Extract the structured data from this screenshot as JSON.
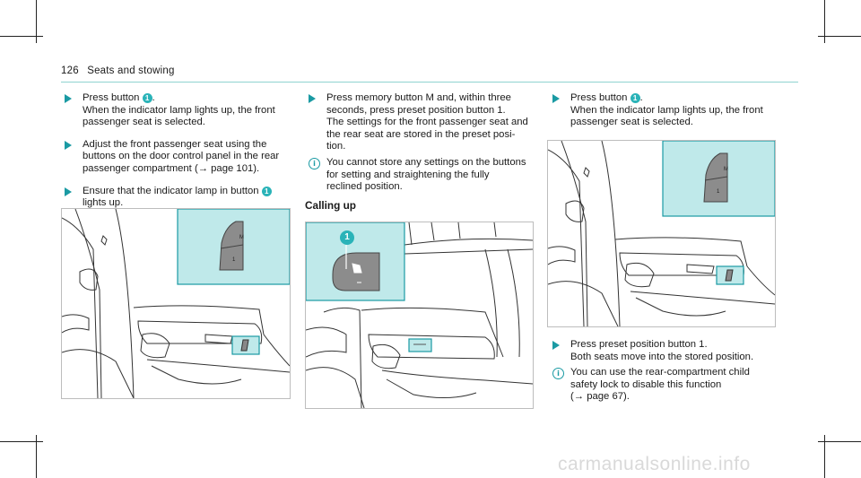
{
  "header": {
    "page_number": "126",
    "section": "Seats and stowing"
  },
  "col1": {
    "step1_line1": "Press button",
    "step1_badge": "1",
    "step1_line2": "When the indicator lamp lights up, the front",
    "step1_line3": "passenger seat is selected.",
    "step2_line1": "Adjust the front passenger seat using the",
    "step2_line2": "buttons on the door control panel in the rear",
    "step2_line3": "passenger compartment (→ page 101).",
    "step3_line1": "Ensure that the indicator lamp in button",
    "step3_badge": "1",
    "step3_line2": "lights up."
  },
  "col2": {
    "step1_line1": "Press memory button M and, within three",
    "step1_line2": "seconds, press preset position button 1.",
    "step1_line3": "The settings for the front passenger seat and",
    "step1_line4": "the rear seat are stored in the preset posi-",
    "step1_line5": "tion.",
    "note_line1": "You cannot store any settings on the buttons",
    "note_line2": "for setting and straightening the fully",
    "note_line3": "reclined position.",
    "subheading": "Calling up"
  },
  "col3": {
    "step1_line1": "Press button",
    "step1_badge": "1",
    "step1_line2": "When the indicator lamp lights up, the front",
    "step1_line3": "passenger seat is selected.",
    "step2_line1": "Press preset position button 1.",
    "step2_line2": "Both seats move into the stored position.",
    "note_line1": "You can use the rear-compartment child",
    "note_line2": "safety lock to disable this function",
    "note_line3": "(→ page 67)."
  },
  "figures": {
    "memory_label": "M",
    "preset_label": "1",
    "callout_badge": "1"
  },
  "watermark": "carmanualsonline.info",
  "colors": {
    "accent": "#1a9aa3",
    "highlight": "#bfe9ea",
    "badge": "#2ab3b8"
  }
}
